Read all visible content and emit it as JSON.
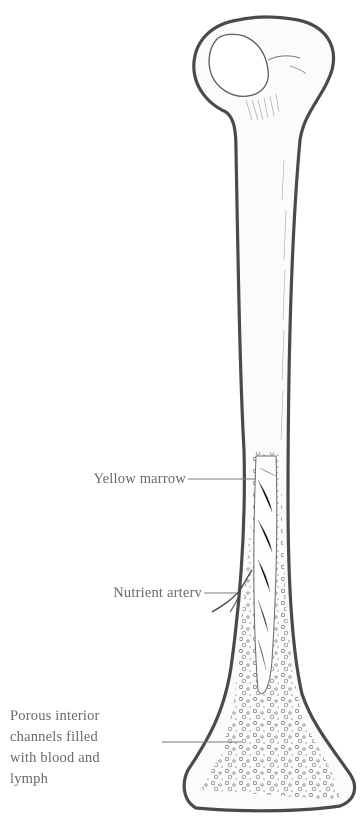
{
  "labels": {
    "yellow_marrow": "Yellow marrow",
    "nutrient_artery": "Nutrient arterv",
    "porous_interior": [
      "Porous interior",
      "channels filled",
      "with blood and",
      "lymph"
    ]
  },
  "colors": {
    "outline": "#4a4a4a",
    "text": "#6a6a6a",
    "shading": "#8c8c8c"
  }
}
